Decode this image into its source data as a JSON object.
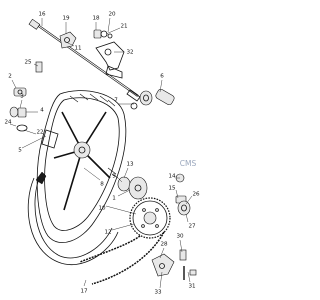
{
  "callouts": [
    "16",
    "19",
    "18",
    "20",
    "21",
    "11",
    "32",
    "25",
    "2",
    "3",
    "4",
    "24",
    "22",
    "5",
    "7",
    "6",
    "13",
    "9",
    "8",
    "1",
    "10",
    "12",
    "14",
    "15",
    "26",
    "27",
    "28",
    "30",
    "31",
    "33",
    "17"
  ],
  "watermark": "CMS",
  "colors": {
    "line": "#111111",
    "background": "#ffffff",
    "watermark": "#9aa7bd"
  }
}
